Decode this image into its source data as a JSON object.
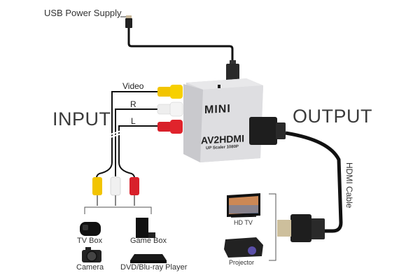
{
  "labels": {
    "power_supply": "USB Power Supply",
    "input": "INPUT",
    "output": "OUTPUT",
    "video": "Video",
    "right": "R",
    "left": "L",
    "hdmi_cable": "HDMI Cable"
  },
  "converter": {
    "brand": "MINI",
    "model": "AV2HDMI",
    "subtitle": "UP Scaler 1080P"
  },
  "input_devices": [
    {
      "name": "TV Box",
      "icon": "tv-box-icon"
    },
    {
      "name": "Game Box",
      "icon": "game-console-icon"
    },
    {
      "name": "Camera",
      "icon": "camera-icon"
    },
    {
      "name": "DVD/Blu-ray Player",
      "icon": "dvd-player-icon"
    }
  ],
  "output_devices": [
    {
      "name": "HD TV",
      "icon": "tv-icon"
    },
    {
      "name": "Projector",
      "icon": "projector-icon"
    }
  ],
  "colors": {
    "rca_yellow": "#f2c400",
    "rca_white": "#eeeeee",
    "rca_red": "#d8202a",
    "cable": "#1a1a1a",
    "converter_body": "#dcdcde"
  }
}
